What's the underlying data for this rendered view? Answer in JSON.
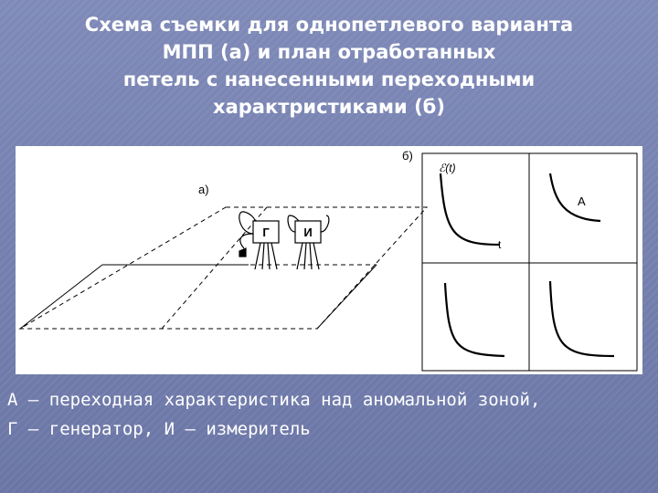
{
  "title": {
    "lines": [
      "Схема съемки для однопетлевого варианта",
      "МПП (а) и план отработанных",
      "петель с нанесенными переходными",
      "характристиками (б)"
    ]
  },
  "diagram": {
    "label_a": "а)",
    "label_b": "б)",
    "generator_label": "Г",
    "meter_label": "И",
    "signal_label": "ℰ(t)",
    "time_label": "t",
    "anomaly_label": "А"
  },
  "caption": {
    "lines": [
      "А – переходная характеристика над аномальной зоной,",
      "Г – генератор, И – измеритель"
    ]
  },
  "colors": {
    "background": "#7782b2",
    "text": "#ffffff",
    "panel": "#ffffff",
    "ink": "#000000"
  }
}
